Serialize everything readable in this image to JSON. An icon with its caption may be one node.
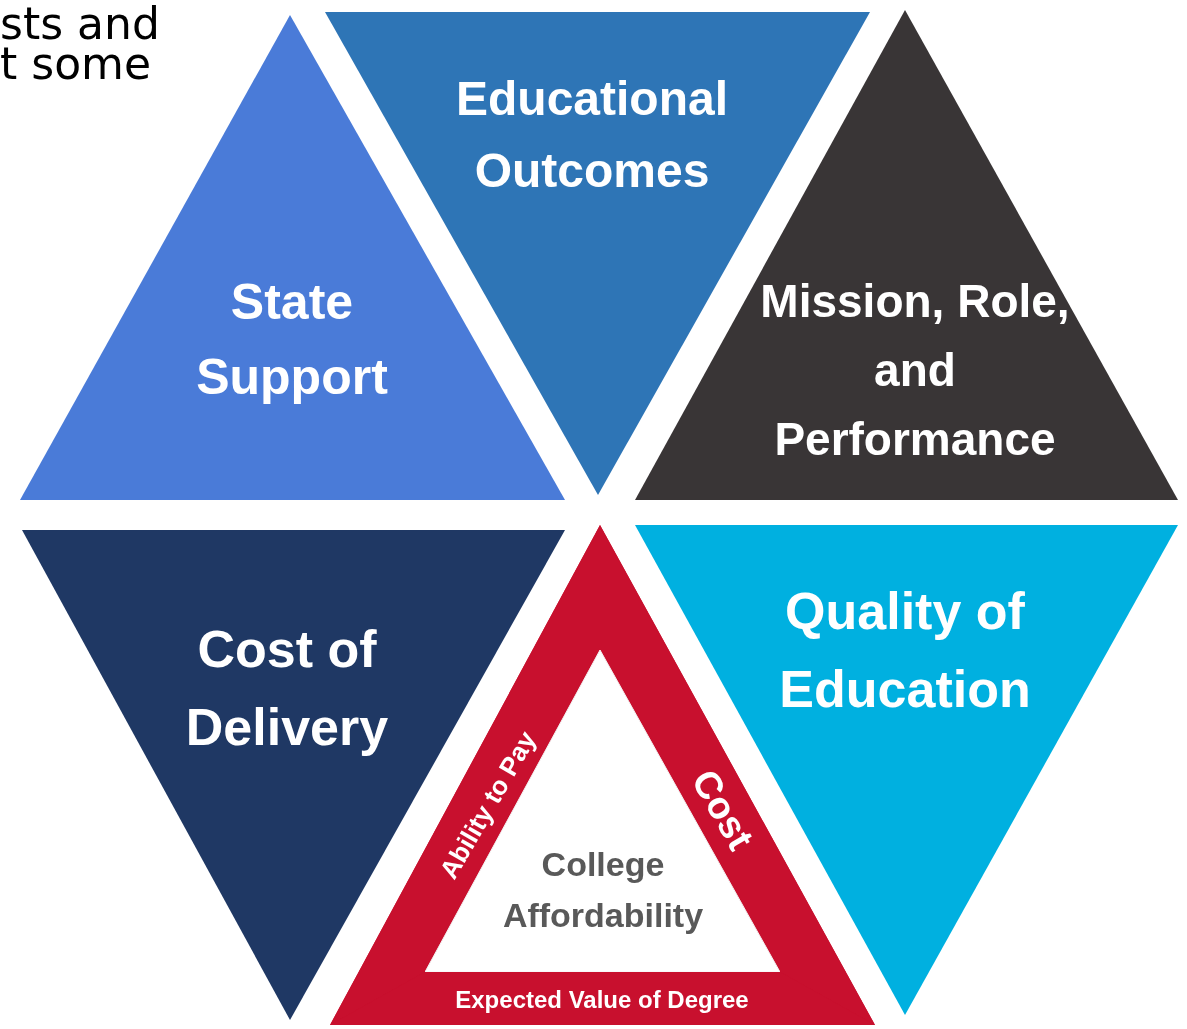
{
  "diagram": {
    "nodes": [
      {
        "text": [
          "State Support"
        ]
      },
      {
        "text": [
          "Educational Outcomes"
        ]
      },
      {
        "text": [
          "Mission, Role, and Performance"
        ]
      },
      {
        "text": [
          "Cost of Delivery"
        ]
      },
      {
        "text": [],
        "shape": "triangle"
      },
      {
        "text": [
          "Ability to Pay"
        ],
        "in": 4
      },
      {
        "text": [
          "Cost"
        ],
        "in": 4
      },
      {
        "text": [
          "College Affordability"
        ],
        "in": 4
      },
      {
        "text": [
          "Expected Value of Degree"
        ],
        "in": 4
      },
      {
        "text": [
          "Quality of Education"
        ]
      }
    ],
    "edges": [],
    "labels": [
      "sts and",
      "t some"
    ]
  }
}
